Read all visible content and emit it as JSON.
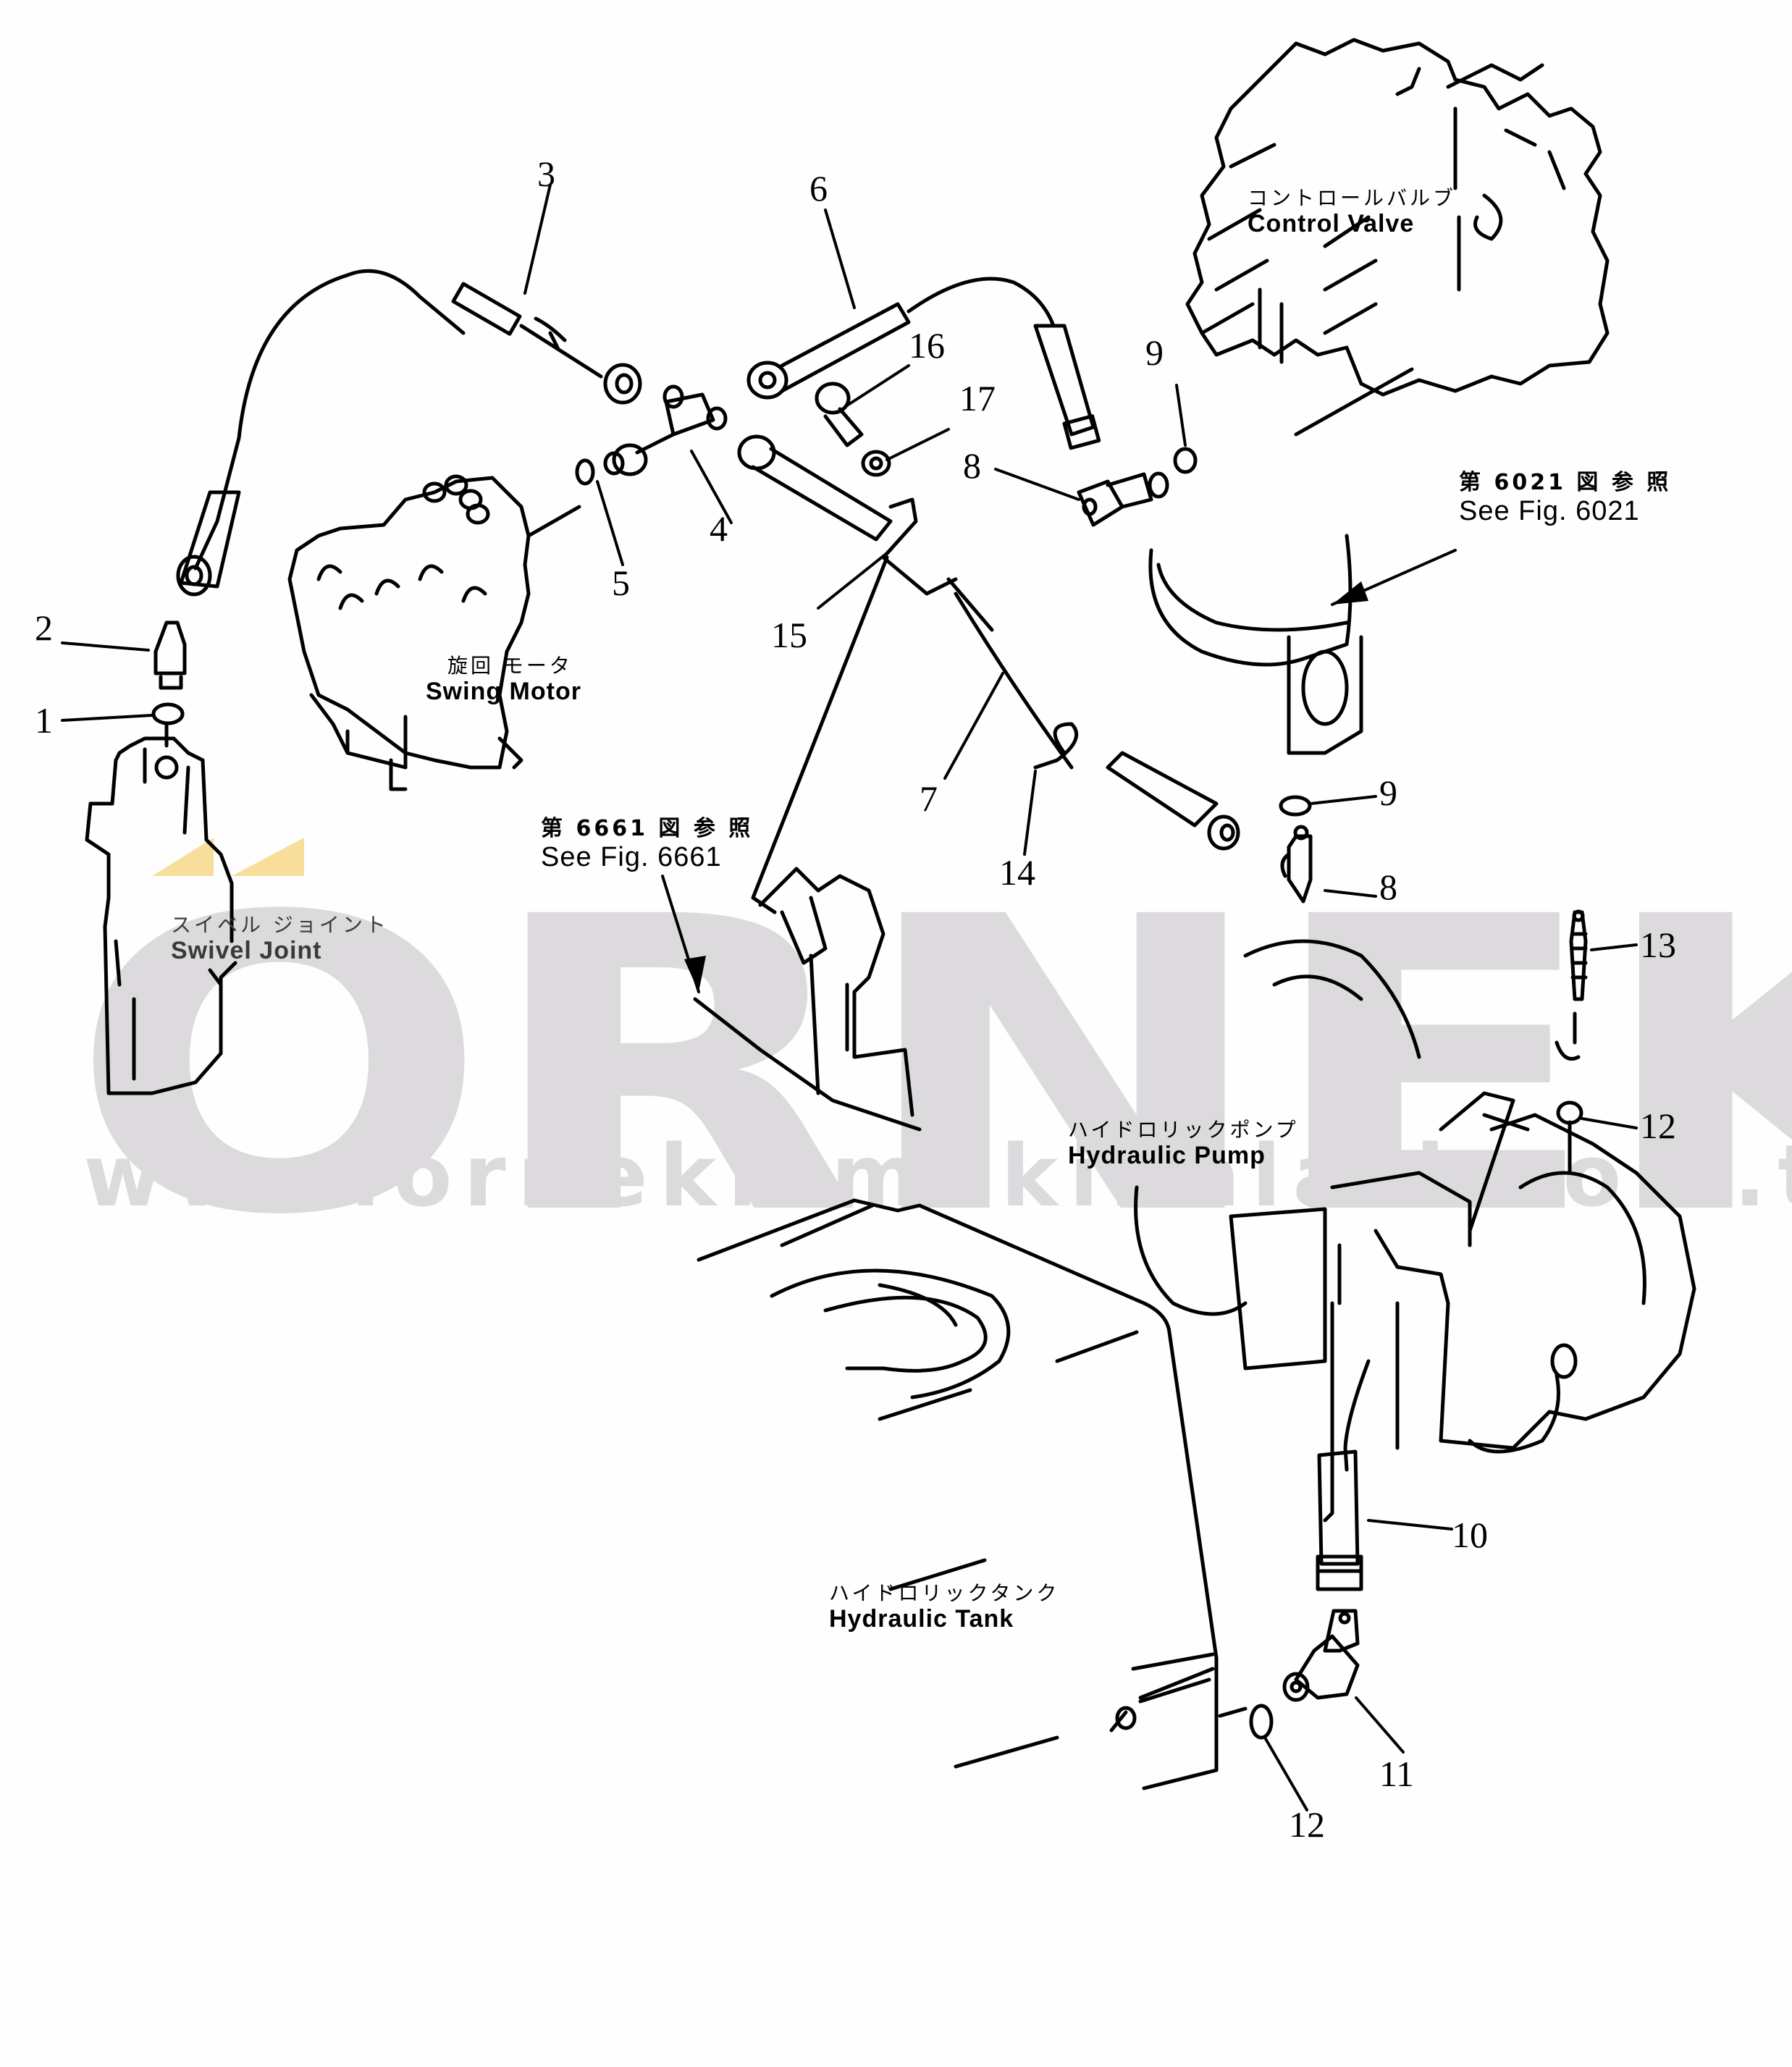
{
  "diagram": {
    "type": "exploded parts diagram",
    "watermark": {
      "brand": "ORNEK",
      "url": "www.ornekismakinalari.com.tr",
      "color": "#dcdadd"
    },
    "accent_color": "#f7d88a",
    "line_color": "#000000",
    "components": {
      "control_valve": {
        "jp": "コントロールバルブ",
        "en": "Control Valve"
      },
      "swing_motor": {
        "jp": "旋回 モータ",
        "en": "Swing Motor"
      },
      "swivel_joint": {
        "jp": "スイベル ジョイント",
        "en": "Swivel Joint"
      },
      "hydraulic_pump": {
        "jp": "ハイドロリックポンプ",
        "en": "Hydraulic Pump"
      },
      "hydraulic_tank": {
        "jp": "ハイドロリックタンク",
        "en": "Hydraulic Tank"
      }
    },
    "references": {
      "fig_6021": {
        "jp": "第 6021 図 参 照",
        "en": "See Fig. 6021"
      },
      "fig_6661": {
        "jp": "第 6661 図 参 照",
        "en": "See Fig. 6661"
      }
    },
    "callouts": [
      {
        "id": "c1",
        "label": "1"
      },
      {
        "id": "c2",
        "label": "2"
      },
      {
        "id": "c3",
        "label": "3"
      },
      {
        "id": "c4",
        "label": "4"
      },
      {
        "id": "c5",
        "label": "5"
      },
      {
        "id": "c6",
        "label": "6"
      },
      {
        "id": "c7",
        "label": "7"
      },
      {
        "id": "c8a",
        "label": "8"
      },
      {
        "id": "c8b",
        "label": "8"
      },
      {
        "id": "c9a",
        "label": "9"
      },
      {
        "id": "c9b",
        "label": "9"
      },
      {
        "id": "c10",
        "label": "10"
      },
      {
        "id": "c11",
        "label": "11"
      },
      {
        "id": "c12a",
        "label": "12"
      },
      {
        "id": "c12b",
        "label": "12"
      },
      {
        "id": "c13",
        "label": "13"
      },
      {
        "id": "c14",
        "label": "14"
      },
      {
        "id": "c15",
        "label": "15"
      },
      {
        "id": "c16",
        "label": "16"
      },
      {
        "id": "c17",
        "label": "17"
      }
    ]
  }
}
